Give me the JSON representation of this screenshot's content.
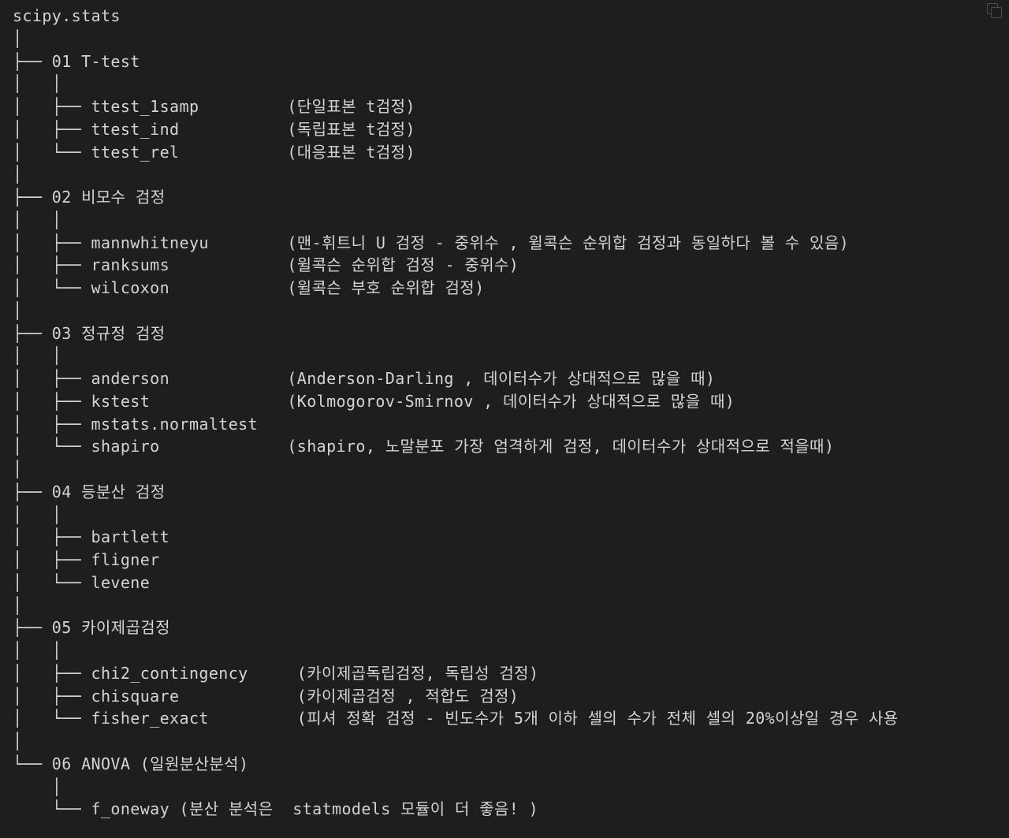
{
  "lines": [
    "scipy.stats",
    "│",
    "├── 01 T-test",
    "│   │",
    "│   ├── ttest_1samp         (단일표본 t검정)",
    "│   ├── ttest_ind           (독립표본 t검정)",
    "│   └── ttest_rel           (대응표본 t검정)",
    "│",
    "├── 02 비모수 검정",
    "│   │",
    "│   ├── mannwhitneyu        (맨-휘트니 U 검정 - 중위수 , 윌콕슨 순위합 검정과 동일하다 볼 수 있음)",
    "│   ├── ranksums            (윌콕슨 순위합 검정 - 중위수)",
    "│   └── wilcoxon            (윌콕슨 부호 순위합 검정)",
    "│",
    "├── 03 정규정 검정",
    "│   │",
    "│   ├── anderson            (Anderson-Darling , 데이터수가 상대적으로 많을 때)",
    "│   ├── kstest              (Kolmogorov-Smirnov , 데이터수가 상대적으로 많을 때)",
    "│   ├── mstats.normaltest",
    "│   └── shapiro             (shapiro, 노말분포 가장 엄격하게 검정, 데이터수가 상대적으로 적을때)",
    "│",
    "├── 04 등분산 검정",
    "│   │",
    "│   ├── bartlett",
    "│   ├── fligner",
    "│   └── levene",
    "│",
    "├── 05 카이제곱검정",
    "│   │",
    "│   ├── chi2_contingency     (카이제곱독립검정, 독립성 검정)",
    "│   ├── chisquare            (카이제곱검정 , 적합도 검정)",
    "│   └── fisher_exact         (피셔 정확 검정 - 빈도수가 5개 이하 셀의 수가 전체 셀의 20%이상일 경우 사용",
    "│",
    "└── 06 ANOVA (일원분산분석)",
    "    │",
    "    └── f_oneway (분산 분석은  statmodels 모듈이 더 좋음! )"
  ]
}
